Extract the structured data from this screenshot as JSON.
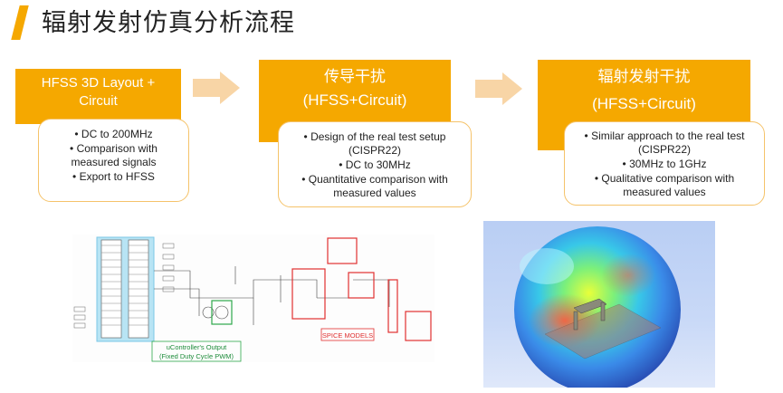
{
  "page": {
    "title": "辐射发射仿真分析流程"
  },
  "steps": [
    {
      "header_lines": [
        "HFSS 3D Layout +",
        "Circuit"
      ],
      "bullets": [
        "DC to 200MHz",
        "Comparison with measured signals",
        "Export to HFSS"
      ]
    },
    {
      "header_lines": [
        "传导干扰",
        "(HFSS+Circuit)"
      ],
      "bullets": [
        "Design of the real test setup (CISPR22)",
        "DC to 30MHz",
        "Quantitative comparison with measured values"
      ]
    },
    {
      "header_lines": [
        "辐射发射干扰",
        "(HFSS+Circuit)"
      ],
      "bullets": [
        "Similar approach to the real test (CISPR22)",
        "30MHz to 1GHz",
        "Qualitative comparison with measured values"
      ]
    }
  ],
  "schematic": {
    "label_controller_line1": "uController's Output",
    "label_controller_line2": "(Fixed Duty Cycle PWM)",
    "label_spice": "SPICE MODELS"
  },
  "colors": {
    "accent": "#f5a800",
    "arrow": "#f8d5a6",
    "card_border": "#f5c36a",
    "schematic_highlight": "#b8e4f4",
    "spice_box": "#e03030",
    "controller_box": "#2ea84a"
  }
}
